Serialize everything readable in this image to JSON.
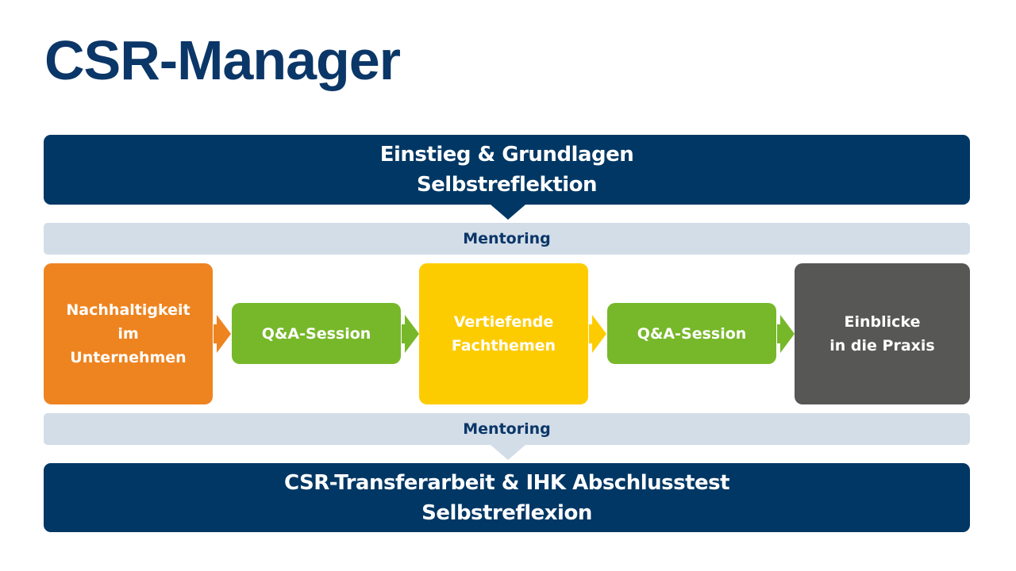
{
  "title": "CSR-Manager",
  "top_bar": {
    "line1": "Einstieg & Grundlagen",
    "line2": "Selbstreflektion"
  },
  "mentoring_top": "Mentoring",
  "mentoring_bottom": "Mentoring",
  "steps": [
    {
      "lines": [
        "Nachhaltigkeit",
        "im",
        "Unternehmen"
      ],
      "color": "#ee8420"
    },
    {
      "lines": [
        "Q&A-Session"
      ],
      "color": "#77b82a"
    },
    {
      "lines": [
        "Vertiefende",
        "Fachthemen"
      ],
      "color": "#fdcc00"
    },
    {
      "lines": [
        "Q&A-Session"
      ],
      "color": "#77b82a"
    },
    {
      "lines": [
        "Einblicke",
        "in die Praxis"
      ],
      "color": "#575756"
    }
  ],
  "bottom_bar": {
    "line1": "CSR-Transferarbeit & IHK Abschlusstest",
    "line2": "Selbstreflexion"
  }
}
